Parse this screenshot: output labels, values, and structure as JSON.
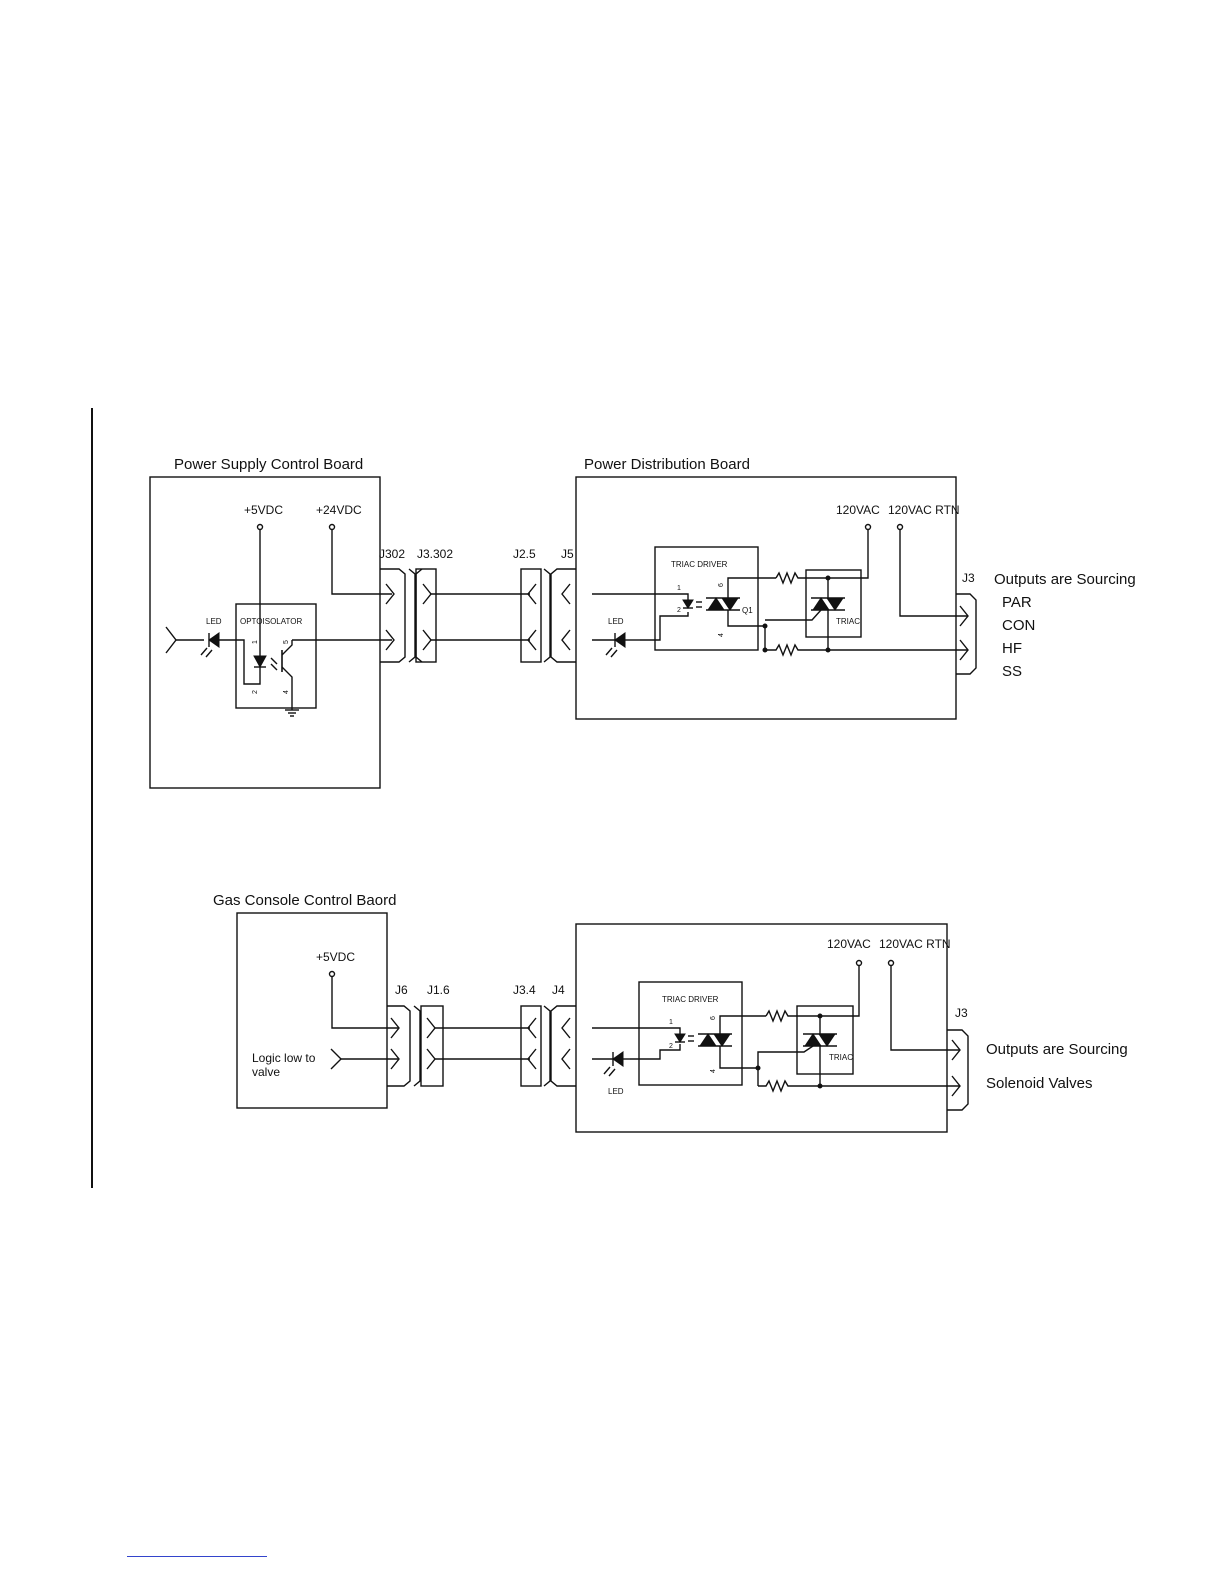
{
  "diagram1": {
    "psc_board_title": "Power Supply Control Board",
    "pdb_board_title": "Power Distribution Board",
    "v5": "+5VDC",
    "v24": "+24VDC",
    "vac": "120VAC",
    "vac_rtn": "120VAC RTN",
    "conn_j302": "J302",
    "conn_j3302": "J3.302",
    "conn_j25": "J2.5",
    "conn_j5": "J5",
    "conn_j3": "J3",
    "led_left": "LED",
    "led_right": "LED",
    "optoisolator": "OPTOISOLATOR",
    "opto_pins": [
      "1",
      "5",
      "2",
      "4"
    ],
    "triac_driver": "TRIAC DRIVER",
    "driver_pins": [
      "1",
      "2",
      "6",
      "4"
    ],
    "q1": "Q1",
    "triac": "TRIAC",
    "outputs_title": "Outputs are Sourcing",
    "outputs": [
      "PAR",
      "CON",
      "HF",
      "SS"
    ]
  },
  "diagram2": {
    "gcc_board_title": "Gas Console Control Baord",
    "v5": "+5VDC",
    "vac": "120VAC",
    "vac_rtn": "120VAC RTN",
    "conn_j6": "J6",
    "conn_j16": "J1.6",
    "conn_j34": "J3.4",
    "conn_j4": "J4",
    "conn_j3": "J3",
    "logic_line1": "Logic low to",
    "logic_line2": "valve",
    "triac_driver": "TRIAC DRIVER",
    "driver_pins": [
      "1",
      "2",
      "6",
      "4"
    ],
    "triac": "TRIAC",
    "led": "LED",
    "outputs_title": "Outputs are Sourcing",
    "outputs_label": "Solenoid Valves"
  }
}
